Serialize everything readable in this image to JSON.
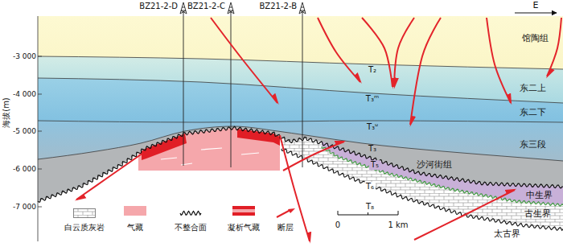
{
  "diagram": {
    "labels": [
      "BZ21-2-D",
      "BZ21-2-C",
      "BZ21-2-B",
      "E",
      "海拔(m)",
      "-3 000",
      "-4 000",
      "-5 000",
      "-6 000",
      "-7 000",
      "馆陶组",
      "T₂",
      "东二上",
      "T₃ᵐ",
      "东二下",
      "T₃ᵘ",
      "东三段",
      "T₃",
      "沙河街组",
      "T₅",
      "中生界",
      "T₆",
      "古生界",
      "T₈",
      "太古界",
      "0",
      "1 km"
    ],
    "legend": [
      {
        "text": "白云质灰岩"
      },
      {
        "text": "气藏",
        "color": "#f5a7ab"
      },
      {
        "text": "不整合面"
      },
      {
        "text": "凝析气藏",
        "color": "#e11e26"
      },
      {
        "text": "断层"
      }
    ]
  }
}
